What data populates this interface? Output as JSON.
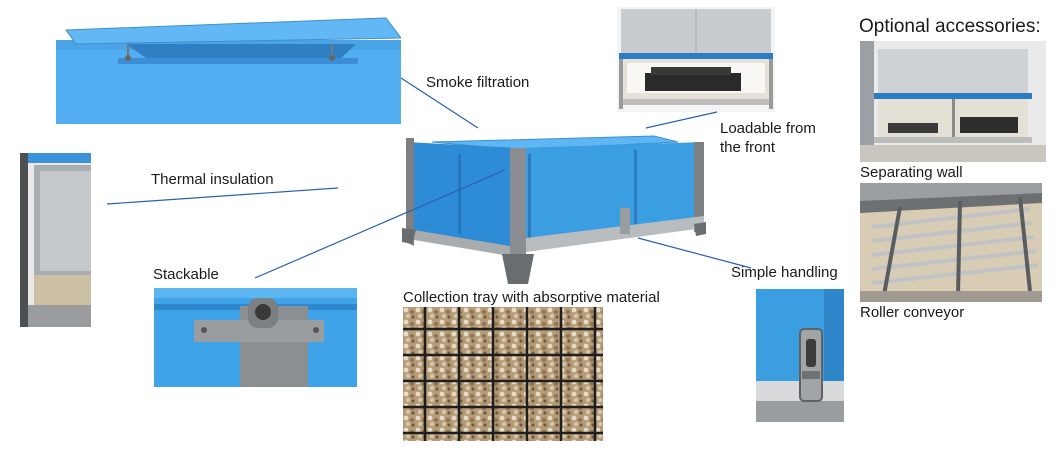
{
  "labels": {
    "smoke_filtration": "Smoke filtration",
    "loadable_line1": "Loadable from",
    "loadable_line2": "the front",
    "thermal_insulation": "Thermal insulation",
    "stackable": "Stackable",
    "collection_tray": "Collection tray with absorptive material",
    "simple_handling": "Simple handling"
  },
  "accessories": {
    "heading": "Optional accessories:",
    "separating_wall": "Separating wall",
    "roller_conveyor": "Roller conveyor"
  },
  "colors": {
    "container_blue": "#3a9ee0",
    "frame_steel": "#8a8d91",
    "leader_line": "#2a5fb0",
    "gravel": "#b59a76"
  }
}
